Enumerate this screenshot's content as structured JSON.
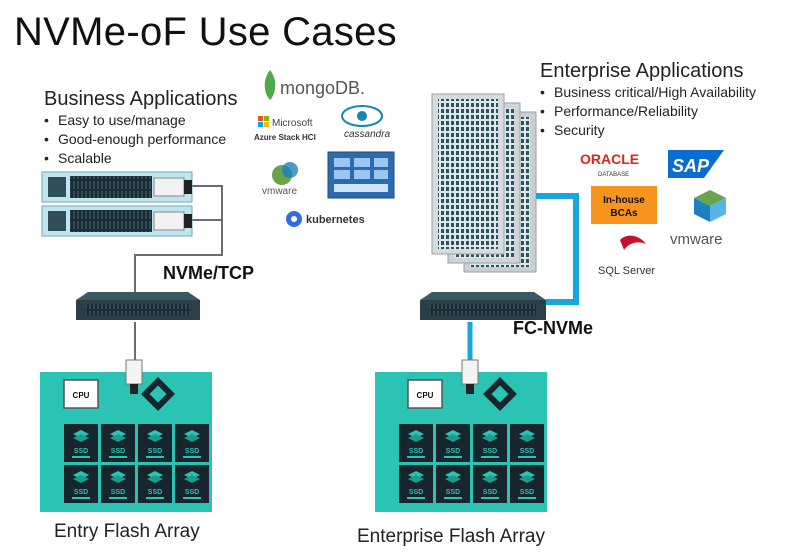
{
  "title": "NVMe-oF Use Cases",
  "left": {
    "header": "Business Applications",
    "bullets": [
      "Easy to use/manage",
      "Good-enough performance",
      "Scalable"
    ],
    "protocol": "NVMe/TCP",
    "array_caption": "Entry Flash Array",
    "logos": {
      "mongodb": "mongoDB.",
      "microsoft_line1": "Microsoft",
      "microsoft_line2": "Azure Stack HCI",
      "cassandra": "cassandra",
      "vmware": "vmware",
      "kubernetes": "kubernetes"
    }
  },
  "right": {
    "header": "Enterprise Applications",
    "bullets": [
      "Business critical/High Availability",
      "Performance/Reliability",
      "Security"
    ],
    "protocol": "FC-NVMe",
    "array_caption": "Enterprise Flash Array",
    "logos": {
      "oracle": "ORACLE",
      "oracle_sub": "DATABASE",
      "sap": "SAP",
      "inhouse_line1": "In-house",
      "inhouse_line2": "BCAs",
      "vmware": "vmware",
      "sqlserver": "SQL Server"
    }
  },
  "array": {
    "cpu_label": "CPU",
    "ssd_label": "SSD"
  },
  "colors": {
    "teal": "#1fbfae",
    "array_bg": "#2bc3b3",
    "fc_blue": "#19a6e0",
    "dark": "#16262c",
    "inhouse_orange": "#f7941d",
    "oracle_red": "#e2231a",
    "sap_blue": "#0a6ed1"
  }
}
